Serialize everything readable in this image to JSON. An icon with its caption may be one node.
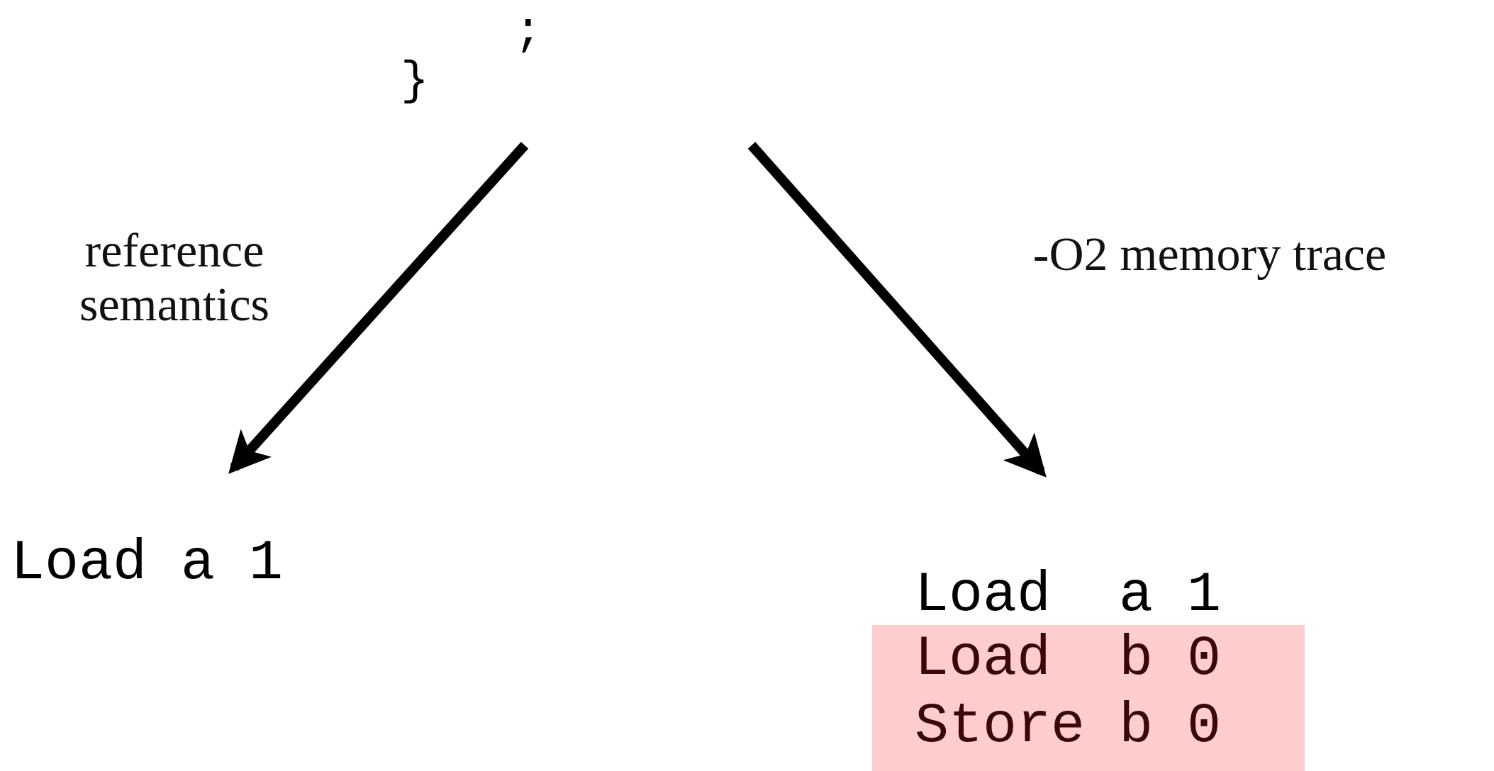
{
  "diagram": {
    "nodes": [
      {
        "text": [
          ";",
          "}"
        ]
      },
      {
        "text": [
          "Load a 1"
        ]
      },
      {
        "text": [
          "Load  a 1"
        ]
      },
      {
        "text": [
          "Load  b 0",
          "Store b 0"
        ],
        "in": 2
      }
    ],
    "edges": [
      {
        "from": 0,
        "to": 1,
        "arrow": "to",
        "label": "reference semantics"
      },
      {
        "from": null,
        "to": 2,
        "arrow": "to",
        "label": "-O2 memory trace"
      }
    ]
  }
}
